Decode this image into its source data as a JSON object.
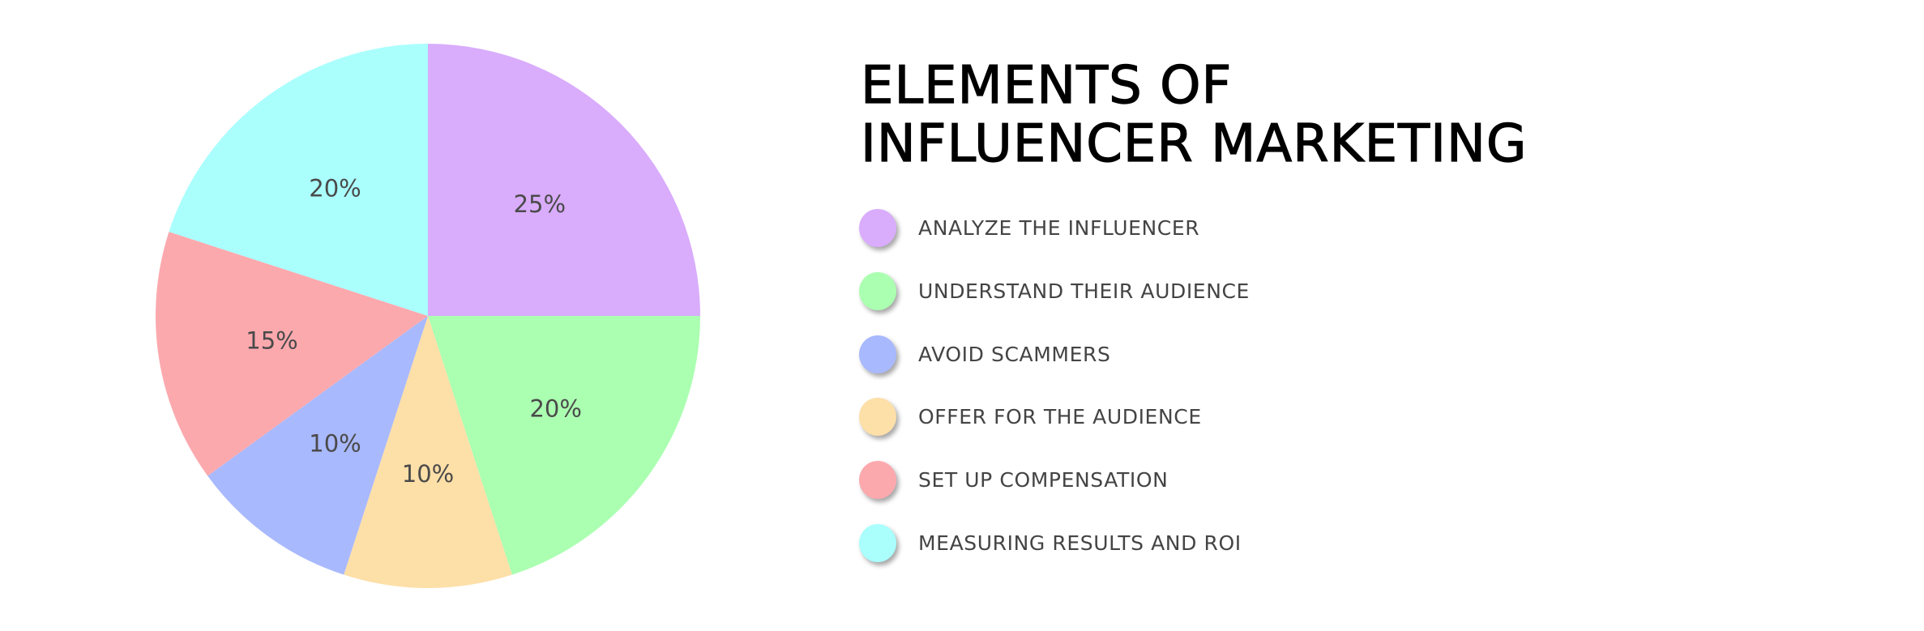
{
  "title": {
    "line1": "ELEMENTS OF",
    "line2": "INFLUENCER MARKETING"
  },
  "legend": {
    "items": [
      {
        "label": "ANALYZE THE INFLUENCER",
        "color": "#D9ACFC"
      },
      {
        "label": "UNDERSTAND THEIR AUDIENCE",
        "color": "#ABFFB1"
      },
      {
        "label": "AVOID SCAMMERS",
        "color": "#A9B9FD"
      },
      {
        "label": "OFFER FOR THE AUDIENCE",
        "color": "#FDDFA8"
      },
      {
        "label": "SET UP COMPENSATION",
        "color": "#FCA9AE"
      },
      {
        "label": "MEASURING RESULTS AND ROI",
        "color": "#AAFFFD"
      }
    ]
  },
  "chart_data": {
    "type": "pie",
    "title": "ELEMENTS OF INFLUENCER MARKETING",
    "categories": [
      "ANALYZE THE INFLUENCER",
      "UNDERSTAND THEIR AUDIENCE",
      "OFFER FOR THE AUDIENCE",
      "AVOID SCAMMERS",
      "SET UP COMPENSATION",
      "MEASURING RESULTS AND ROI"
    ],
    "values": [
      25,
      20,
      10,
      10,
      15,
      20
    ],
    "labels": [
      "25%",
      "20%",
      "10%",
      "10%",
      "15%",
      "20%"
    ],
    "colors": [
      "#D9ACFC",
      "#ABFFB1",
      "#FDDFA8",
      "#A9B9FD",
      "#FCA9AE",
      "#AAFFFD"
    ],
    "start_angle_deg": 0,
    "direction": "clockwise",
    "legend_position": "right",
    "center": [
      528,
      390
    ],
    "radius": 336,
    "label_radius_ratio": 0.58
  }
}
